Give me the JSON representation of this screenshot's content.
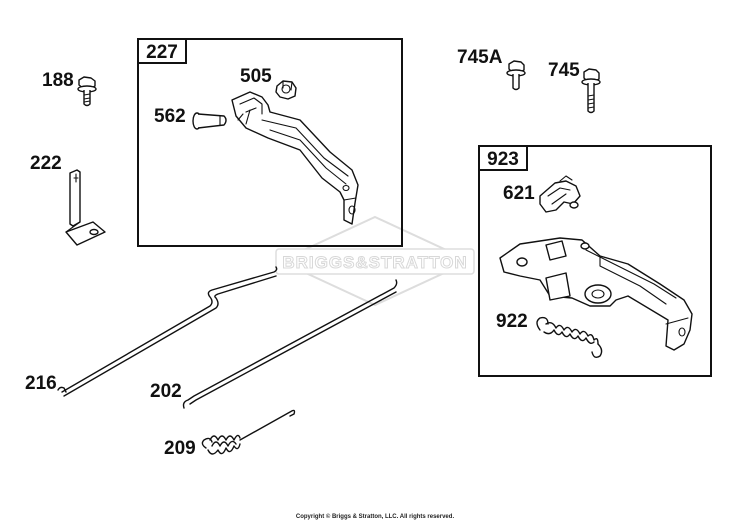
{
  "watermark": {
    "brand_text": "BRIGGS&STRATTON"
  },
  "copyright": "Copyright © Briggs & Stratton, LLC. All rights reserved.",
  "colors": {
    "ink": "#111111",
    "watermark": "#d8d8d8",
    "background": "#ffffff"
  },
  "groups": [
    {
      "id": "227",
      "label": "227"
    },
    {
      "id": "923",
      "label": "923"
    }
  ],
  "callouts": {
    "p188": "188",
    "p222": "222",
    "p562": "562",
    "p505": "505",
    "p745A": "745A",
    "p745": "745",
    "p621": "621",
    "p922": "922",
    "p216": "216",
    "p202": "202",
    "p209": "209"
  }
}
